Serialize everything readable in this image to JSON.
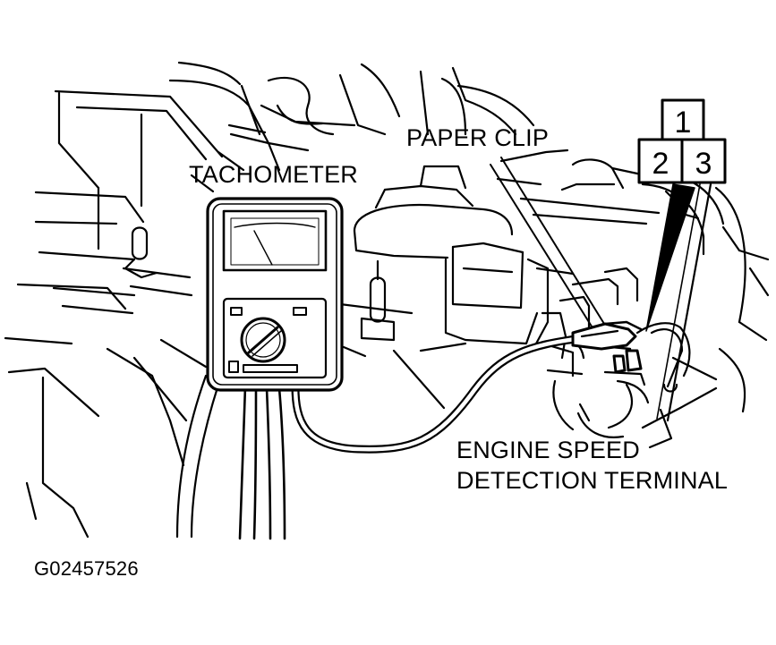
{
  "labels": {
    "tachometer": "TACHOMETER",
    "paper_clip": "PAPER CLIP",
    "terminal_line1": "ENGINE SPEED",
    "terminal_line2": "DETECTION TERMINAL"
  },
  "connector_pins": [
    "1",
    "2",
    "3"
  ],
  "figure_id": "G02457526"
}
